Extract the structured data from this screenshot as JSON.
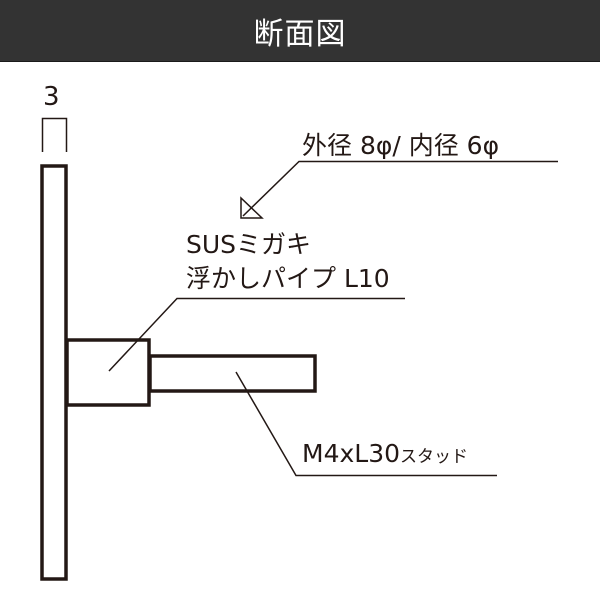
{
  "header": {
    "title": "断面図",
    "background": "#333333",
    "text_color": "#ffffff"
  },
  "diagram": {
    "line_color": "#231815",
    "dimension": {
      "value": "3"
    },
    "labels": {
      "diameter": "外径 8φ/ 内径 6φ",
      "pipe_line1": "SUSミガキ",
      "pipe_line2": "浮かしパイプ L10",
      "stud_main": "M4xL30",
      "stud_suffix": "スタッド"
    },
    "parts": [
      "plate",
      "pipe",
      "stud"
    ]
  }
}
